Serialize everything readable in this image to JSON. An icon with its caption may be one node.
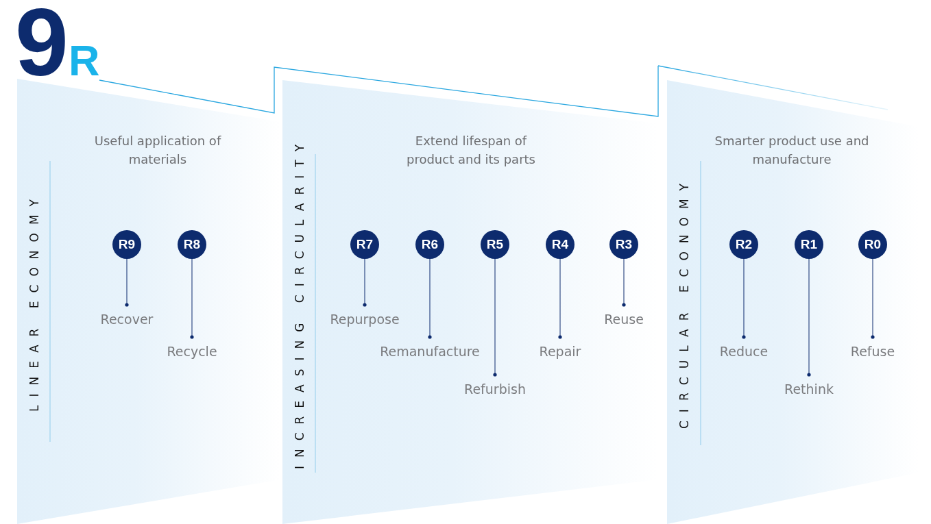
{
  "diagram": {
    "title": "9$_{R}$",
    "nodes": [
      {
        "text": [
          "LINEAR ECONOMY",
          "Useful application of materials"
        ]
      },
      {
        "text": [
          "R9"
        ],
        "in": 0
      },
      {
        "text": [
          "Recover"
        ],
        "in": 0
      },
      {
        "text": [
          "R8"
        ],
        "in": 0
      },
      {
        "text": [
          "Recycle"
        ],
        "in": 0
      },
      {
        "text": [
          "INCREASING CIRCULARITY",
          "Extend lifespan of product and its parts"
        ]
      },
      {
        "text": [
          "R7"
        ],
        "in": 5
      },
      {
        "text": [
          "Repurpose"
        ],
        "in": 5
      },
      {
        "text": [
          "R6"
        ],
        "in": 5
      },
      {
        "text": [
          "Remanufacture"
        ],
        "in": 5
      },
      {
        "text": [
          "R5"
        ],
        "in": 5
      },
      {
        "text": [
          "Refurbish"
        ],
        "in": 5
      },
      {
        "text": [
          "R4"
        ],
        "in": 5
      },
      {
        "text": [
          "Repair"
        ],
        "in": 5
      },
      {
        "text": [
          "R3"
        ],
        "in": 5
      },
      {
        "text": [
          "Reuse"
        ],
        "in": 5
      },
      {
        "text": [
          "CIRCULAR ECONOMY",
          "Smarter product use and manufacture"
        ]
      },
      {
        "text": [
          "R2"
        ],
        "in": 16
      },
      {
        "text": [
          "Reduce"
        ],
        "in": 16
      },
      {
        "text": [
          "R1"
        ],
        "in": 16
      },
      {
        "text": [
          "Rethink"
        ],
        "in": 16
      },
      {
        "text": [
          "R0"
        ],
        "in": 16
      },
      {
        "text": [
          "Refuse"
        ],
        "in": 16
      }
    ],
    "edges": [
      {
        "from": 1,
        "to": 2,
        "arrow": "other"
      },
      {
        "from": 3,
        "to": 4,
        "arrow": "other"
      },
      {
        "from": 6,
        "to": 7,
        "arrow": "other"
      },
      {
        "from": 8,
        "to": 9,
        "arrow": "other"
      },
      {
        "from": 10,
        "to": 11,
        "arrow": "other"
      },
      {
        "from": 12,
        "to": 13,
        "arrow": "other"
      },
      {
        "from": 14,
        "to": 15,
        "arrow": "other"
      },
      {
        "from": 17,
        "to": 18,
        "arrow": "other"
      },
      {
        "from": 19,
        "to": 20,
        "arrow": "other"
      },
      {
        "from": 21,
        "to": 22,
        "arrow": "other"
      }
    ]
  }
}
